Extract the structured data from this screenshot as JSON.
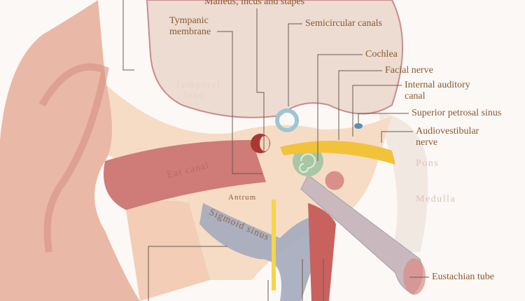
{
  "labels": {
    "ossicles": "Malleus, incus and stapes",
    "tympanic_1": "Tympanic",
    "tympanic_2": "membrane",
    "semicircular": "Semicircular canals",
    "cochlea": "Cochlea",
    "facial": "Facial nerve",
    "iac_1": "Internal auditory",
    "iac_2": "canal",
    "sps": "Superior petrosal sinus",
    "av_1": "Audiovestibular",
    "av_2": "nerve",
    "eustachian": "Eustachian tube"
  },
  "regions": {
    "temporal_1": "Temporal",
    "temporal_2": "lobe",
    "pons": "Pons",
    "medulla": "Medulla",
    "ear_canal": "Ear canal",
    "antrum": "Antrum",
    "sigmoid": "Sigmoid sinus"
  },
  "colors": {
    "label_text": "#8a5a2e",
    "leader_line": "#6b5a52",
    "skin": "#f0c4b0",
    "bone": "#f6dcc4",
    "canal": "#c9716e",
    "brain": "#ecdcd2",
    "nerve": "#f2c23a",
    "cochlea": "#a9c7a4",
    "semicircular": "#9cc6d2",
    "sinus": "#9ea6bb"
  }
}
